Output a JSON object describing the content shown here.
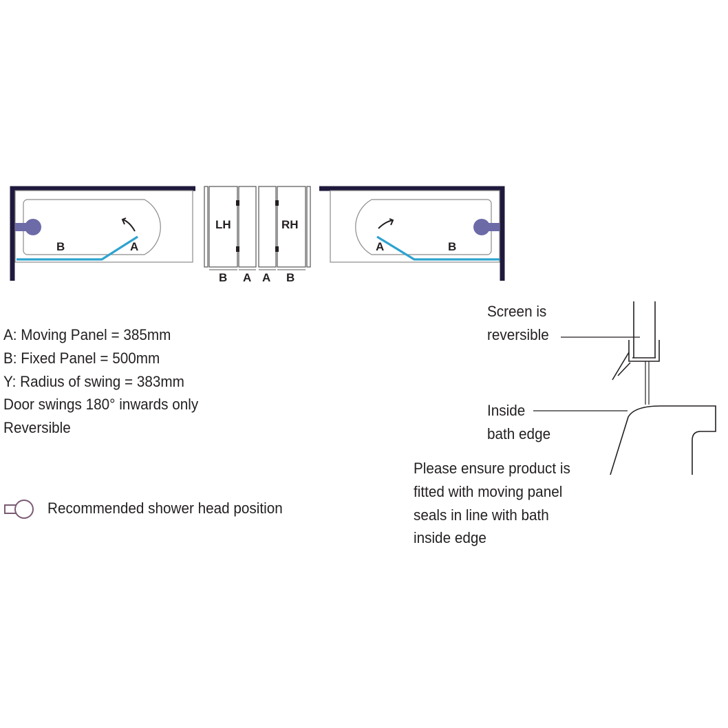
{
  "plan_labels": {
    "left": {
      "fixed": "B",
      "moving": "A"
    },
    "right": {
      "fixed": "B",
      "moving": "A"
    },
    "lh": "LH",
    "rh": "RH",
    "widths": [
      "B",
      "A",
      "A",
      "B"
    ]
  },
  "specs": [
    "A: Moving Panel = 385mm",
    "B: Fixed Panel = 500mm",
    "Y: Radius of swing = 383mm",
    "Door swings 180° inwards only",
    "Reversible"
  ],
  "legend": {
    "text": "Recommended shower head position",
    "icon": "shower-head-icon"
  },
  "detail": {
    "screen_label": [
      "Screen is",
      "reversible"
    ],
    "bath_label": [
      "Inside",
      "bath edge"
    ]
  },
  "note": [
    "Please ensure product is",
    "fitted with moving panel",
    "seals in line with bath",
    "inside edge"
  ],
  "colors": {
    "wall": "#1f1a3d",
    "panel": "#2ea3cf",
    "shower_head": "#6d6aa8",
    "legend_icon": "#7a5a73",
    "line": "#231f20"
  }
}
